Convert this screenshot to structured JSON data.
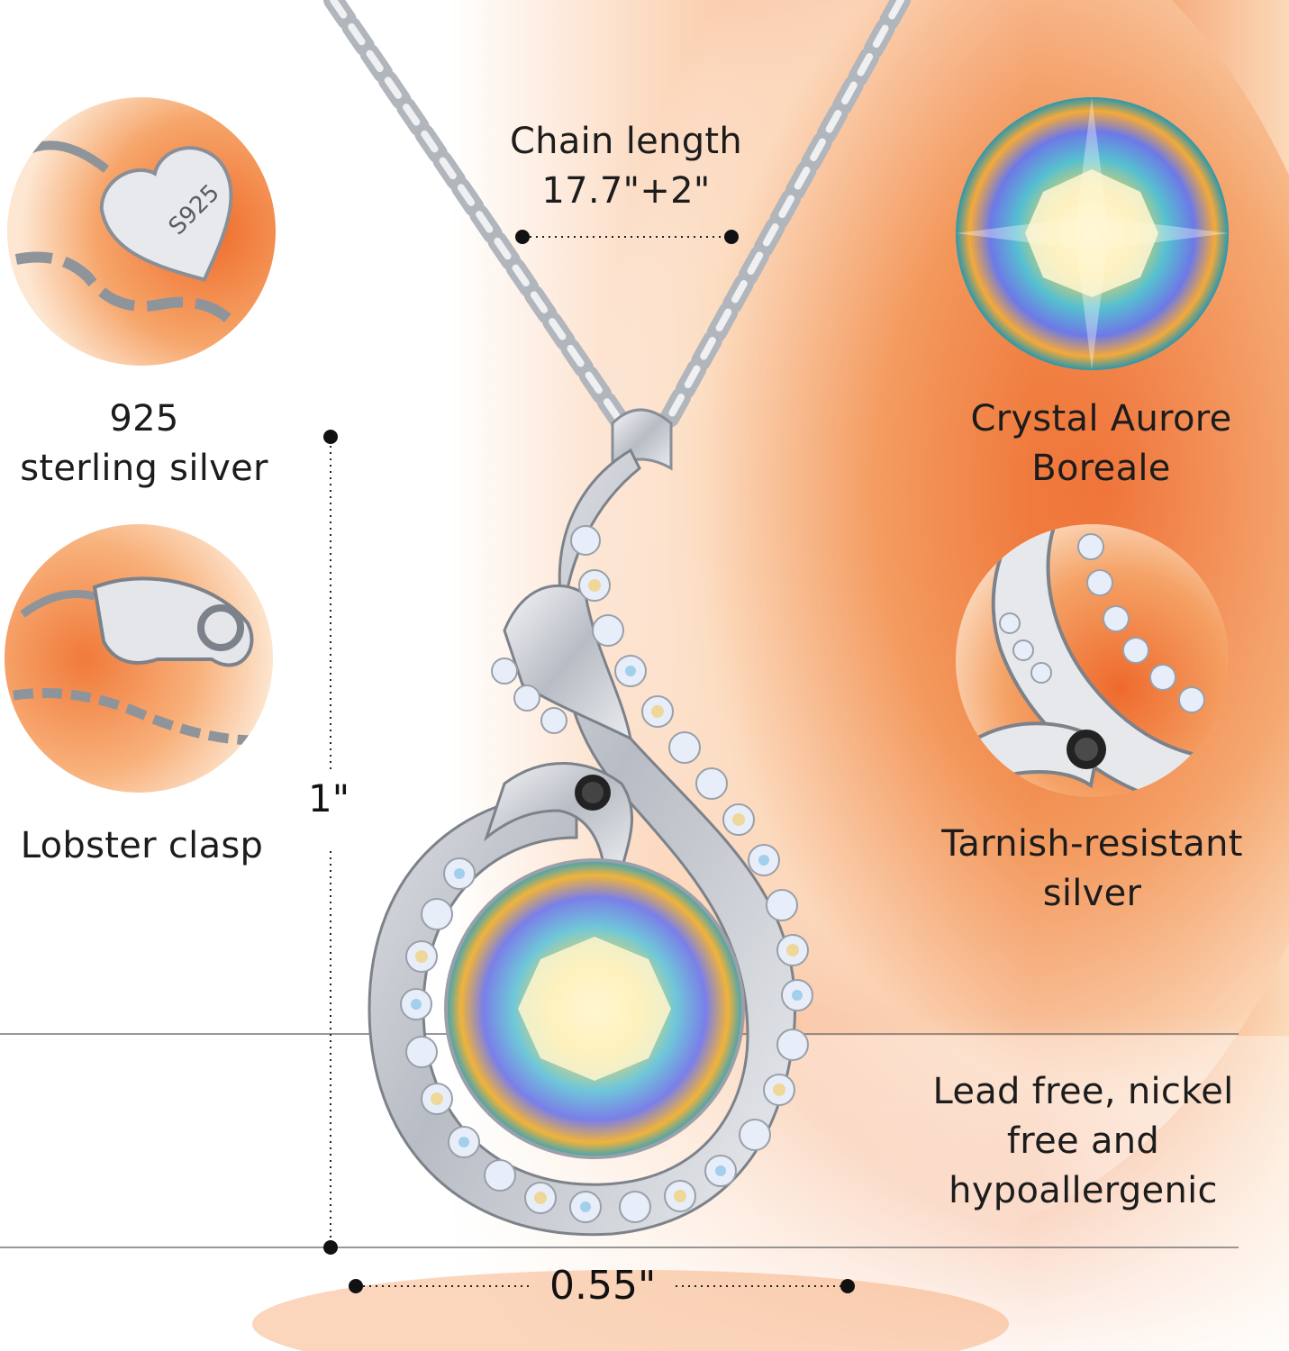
{
  "labels": {
    "chain_length": [
      "Chain length",
      "17.7\"+2\""
    ],
    "sterling": [
      "925",
      "sterling silver"
    ],
    "lobster": [
      "Lobster clasp"
    ],
    "crystal": [
      "Crystal Aurore",
      "Boreale"
    ],
    "tarnish": [
      "Tarnish-resistant",
      "silver"
    ],
    "lead_free": [
      "Lead free, nickel",
      "free and",
      "hypoallergenic"
    ]
  },
  "dimensions": {
    "height": "1\"",
    "width": "0.55\""
  },
  "tag_engraving": "S925",
  "colors": {
    "accent_orange": "#f07838",
    "text": "#1c1c1c",
    "silver": "#c9ccd2"
  },
  "icons": {
    "pendant": "phoenix-pendant-icon",
    "tag": "heart-tag-icon",
    "clasp": "lobster-clasp-icon",
    "crystal": "crystal-icon",
    "closeup": "pendant-closeup-icon"
  }
}
